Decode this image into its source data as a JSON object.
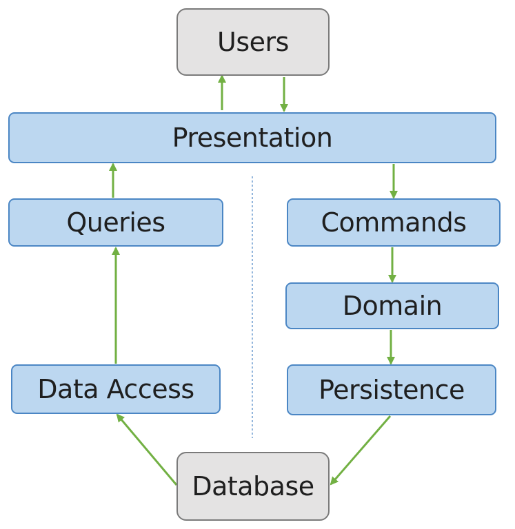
{
  "diagram": {
    "nodes": {
      "users": "Users",
      "presentation": "Presentation",
      "queries": "Queries",
      "commands": "Commands",
      "domain": "Domain",
      "data_access": "Data Access",
      "persistence": "Persistence",
      "database": "Database"
    },
    "edges": [
      {
        "from": "Presentation",
        "to": "Users"
      },
      {
        "from": "Users",
        "to": "Presentation"
      },
      {
        "from": "Queries",
        "to": "Presentation"
      },
      {
        "from": "Presentation",
        "to": "Commands"
      },
      {
        "from": "Data Access",
        "to": "Queries"
      },
      {
        "from": "Commands",
        "to": "Domain"
      },
      {
        "from": "Domain",
        "to": "Persistence"
      },
      {
        "from": "Database",
        "to": "Data Access"
      },
      {
        "from": "Persistence",
        "to": "Database"
      }
    ],
    "colors": {
      "layer_fill": "#bcd7f0",
      "layer_border": "#4b86c4",
      "endpoint_fill": "#e4e3e3",
      "endpoint_border": "#7a7a7a",
      "arrow": "#72b043",
      "divider": "#4b86c4"
    }
  }
}
